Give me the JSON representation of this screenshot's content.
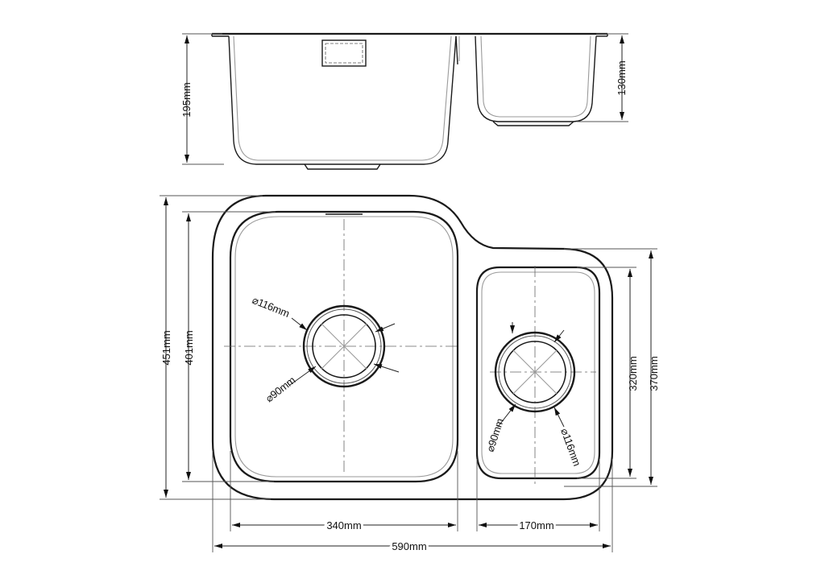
{
  "top_view": {
    "main_bowl_depth": "195mm",
    "small_bowl_depth": "130mm"
  },
  "plan_view": {
    "overall_depth": "451mm",
    "main_bowl_length": "401mm",
    "small_bowl_length": "320mm",
    "small_unit_length": "370mm",
    "main_bowl_width": "340mm",
    "small_bowl_width": "170mm",
    "overall_width": "590mm",
    "main_outer_diameter": "⌀116mm",
    "main_inner_diameter": "⌀90mm",
    "small_inner_diameter": "⌀90mm",
    "small_outer_diameter": "⌀116mm"
  }
}
